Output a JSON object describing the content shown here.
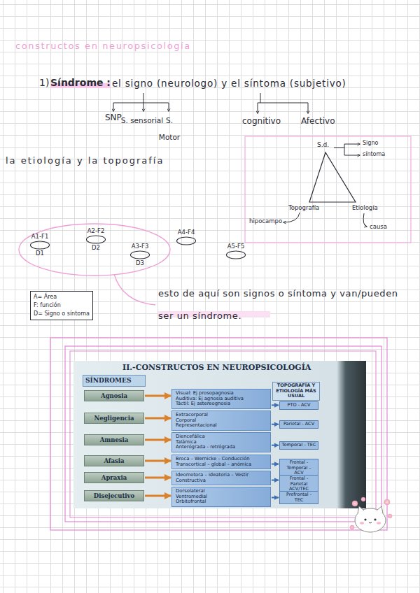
{
  "diagram": {
    "title": "constructos en neuropsicología",
    "nodes": [
      {
        "text": [
          "A1-F1",
          "D1"
        ]
      },
      {
        "text": [
          "A2-F2",
          "D2"
        ]
      },
      {
        "text": [
          "A3-F3",
          "D3"
        ]
      },
      {
        "text": [
          "A4-F4"
        ]
      },
      {
        "text": [
          "A5-F5"
        ]
      },
      {
        "text": [
          "A= Área",
          "F: función",
          "D= Signo o síntoma"
        ]
      },
      {
        "text": [
          "II.-CONSTRUCTOS EN NEUROPSICOLOGÍA"
        ]
      },
      {
        "text": [
          "SÍNDROMES"
        ],
        "in": 6
      },
      {
        "text": [
          "TOPOGRAFÍA Y ETIOLOGÍA MÁS USUAL"
        ],
        "in": 6
      },
      {
        "text": [
          "Agnosia"
        ],
        "in": 6
      },
      {
        "text": [
          "Visual: Ej prosopagnosia",
          "Auditiva: Ej agnosia auditiva",
          "Táctil: Ej astereognosia"
        ],
        "in": 6
      },
      {
        "text": [
          "PTO - ACV"
        ],
        "in": 6
      },
      {
        "text": [
          "Negligencia"
        ],
        "in": 6
      },
      {
        "text": [
          "Extracorporal",
          "Corporal",
          "Representacional"
        ],
        "in": 6
      },
      {
        "text": [
          "Parietal - ACV"
        ],
        "in": 6
      },
      {
        "text": [
          "Amnesia"
        ],
        "in": 6
      },
      {
        "text": [
          "Diencefálica",
          "Talámica",
          "Anterógrada - retrógrada"
        ],
        "in": 6
      },
      {
        "text": [
          "Temporal - TEC"
        ],
        "in": 6
      },
      {
        "text": [
          "Afasia"
        ],
        "in": 6
      },
      {
        "text": [
          "Broca – Wernicke – Conducción",
          "Transcortical – global – anómica"
        ],
        "in": 6
      },
      {
        "text": [
          "Frontal - Temporal – ACV"
        ],
        "in": 6
      },
      {
        "text": [
          "Apraxia"
        ],
        "in": 6
      },
      {
        "text": [
          "Ideomotora – ideatoria – Vestir",
          "Constructiva"
        ],
        "in": 6
      },
      {
        "text": [
          "Frontal - Parietal ACV/TEC"
        ],
        "in": 6
      },
      {
        "text": [
          "Disejecutivo"
        ],
        "in": 6
      },
      {
        "text": [
          "Dorsolateral",
          "Ventromedial",
          "Orbitofrontal"
        ],
        "in": 6
      },
      {
        "text": [
          "Prefrontal - TEC"
        ],
        "in": 6
      }
    ],
    "edges": [
      {
        "from": 9,
        "to": 10,
        "arrow": "to"
      },
      {
        "from": 10,
        "to": 11,
        "arrow": "to"
      },
      {
        "from": 12,
        "to": 13,
        "arrow": "to"
      },
      {
        "from": 13,
        "to": 14,
        "arrow": "to"
      },
      {
        "from": 15,
        "to": 16,
        "arrow": "to"
      },
      {
        "from": 16,
        "to": 17,
        "arrow": "to"
      },
      {
        "from": 18,
        "to": 19,
        "arrow": "to"
      },
      {
        "from": 19,
        "to": 20,
        "arrow": "to"
      },
      {
        "from": 21,
        "to": 22,
        "arrow": "to"
      },
      {
        "from": 22,
        "to": 23,
        "arrow": "to"
      },
      {
        "from": 24,
        "to": 25,
        "arrow": "to"
      },
      {
        "from": 25,
        "to": 26,
        "arrow": "to"
      }
    ],
    "labels": [
      "1)",
      "Síndrome :",
      "el signo (neurologo) y el síntoma (subjetivo)",
      "SNP",
      "S. sensorial",
      "S. Motor",
      "cognitivo",
      "Afectivo",
      "la etiología y la topografía",
      "S.d.",
      "Signo",
      "síntoma",
      "Topografía",
      "Etiología",
      "hipocampo",
      "causa",
      "esto de aquí son signos o síntoma y van/pueden ser un síndrome."
    ]
  }
}
